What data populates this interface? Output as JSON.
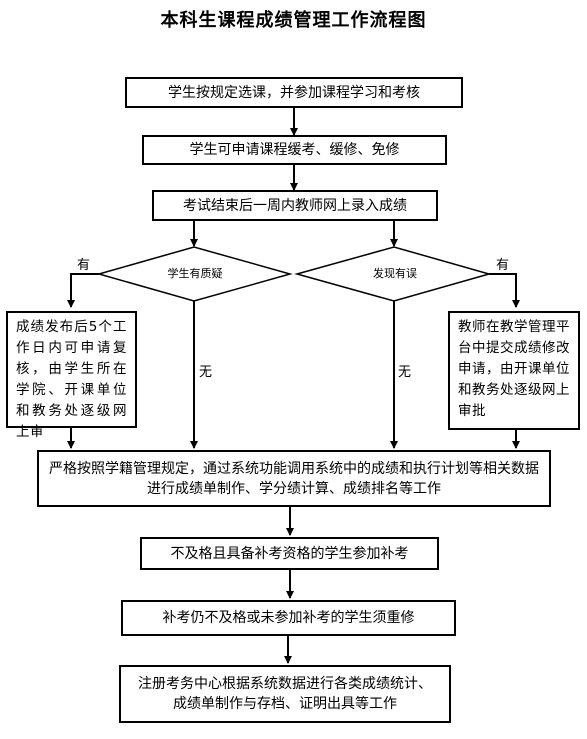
{
  "title": "本科生课程成绩管理工作流程图",
  "steps": {
    "s1": "学生按规定选课，并参加课程学习和考核",
    "s2": "学生可申请课程缓考、缓修、免修",
    "s3": "考试结束后一周内教师网上录入成绩",
    "s4": "严格按照学籍管理规定，通过系统功能调用系统中的成绩和执行计划等相关数据进行成绩单制作、学分绩计算、成绩排名等工作",
    "s5": "不及格且具备补考资格的学生参加补考",
    "s6": "补考仍不及格或未参加补考的学生须重修",
    "s7": "注册考务中心根据系统数据进行各类成绩统计、成绩单制作与存档、证明出具等工作"
  },
  "decisions": {
    "d1": "学生有质疑",
    "d2": "发现有误"
  },
  "branches": {
    "left": "成绩发布后5个工作日内可申请复核，由学生所在学院、开课单位和教务处逐级网上审",
    "right": "教师在教学管理平台中提交成绩修改申请，由开课单位和教务处逐级网上审批"
  },
  "edge_labels": {
    "d1_yes": "有",
    "d1_no": "无",
    "d2_yes": "有",
    "d2_no": "无"
  }
}
